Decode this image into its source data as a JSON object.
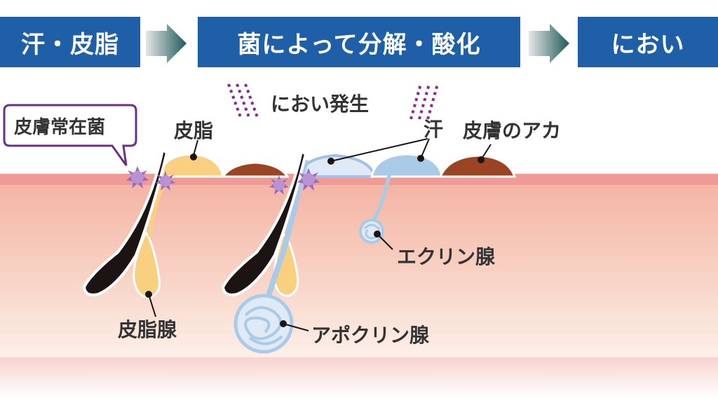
{
  "flow": {
    "steps": [
      {
        "label": "汗・皮脂"
      },
      {
        "label": "菌によって分解・酸化"
      },
      {
        "label": "におい"
      }
    ],
    "box_color": "#1f5fa8"
  },
  "labels": {
    "odor_generation": "におい発生",
    "skin_bacteria": "皮膚常在菌",
    "sebum": "皮脂",
    "sweat": "汗",
    "skin_grime": "皮膚のアカ",
    "sebaceous_gland": "皮脂腺",
    "eccrine_gland": "エクリン腺",
    "apocrine_gland": "アポクリン腺"
  },
  "colors": {
    "skin_surface": "#f09a98",
    "skin_inner": "#f7cdbe",
    "sebum": "#f8d080",
    "sweat": "#a9cbe8",
    "grime": "#9a4424",
    "bacteria": "#9b6bbd",
    "odor_lines": "#8b2a8a",
    "callout_border": "#6b2f8a"
  }
}
